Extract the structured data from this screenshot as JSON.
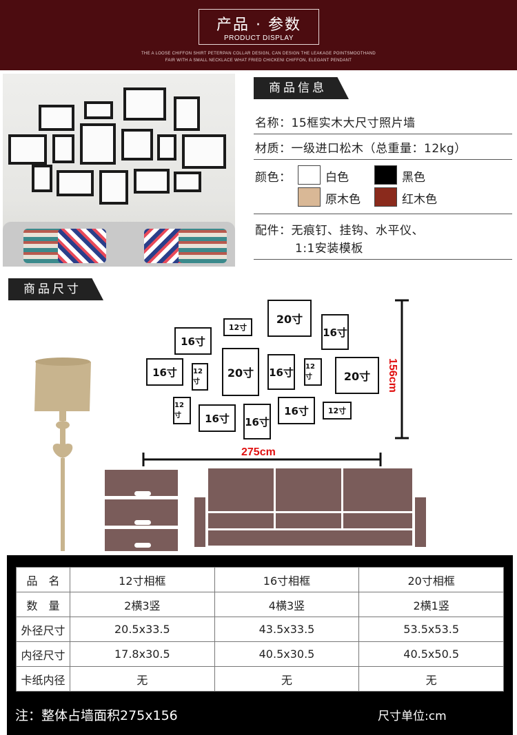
{
  "header": {
    "title": "产品 · 参数",
    "subtitle": "PRODUCT DISPLAY",
    "desc_line1": "THE A LOOSE CHIFFON SHIRT PETERPAN COLLAR DESIGN, CAN DESIGN THE LEAKAGE POINTSMOOTHAND",
    "desc_line2": "FAIR WITH A SMALL NECKLACE WHAT FRIED CHICKENI CHIFFON, ELEGANT PENDANT"
  },
  "info": {
    "tag": "商品信息",
    "name": "名称：15框实木大尺寸照片墙",
    "material": "材质：一级进口松木（总重量：12kg）",
    "color_label": "颜色：",
    "colors": [
      {
        "name": "白色",
        "hex": "#ffffff"
      },
      {
        "name": "黑色",
        "hex": "#000000"
      },
      {
        "name": "原木色",
        "hex": "#d9b896"
      },
      {
        "name": "红木色",
        "hex": "#8a2a1c"
      }
    ],
    "accessories_line1": "配件：无痕钉、挂钩、水平仪、",
    "accessories_line2": "1:1安装模板"
  },
  "size": {
    "tag": "商品尺寸",
    "frame_labels": {
      "f12": "12寸",
      "f16": "16寸",
      "f20": "20寸"
    },
    "height": "156cm",
    "width": "275cm"
  },
  "table": {
    "header": [
      "品　名",
      "12寸相框",
      "16寸相框",
      "20寸相框"
    ],
    "rows": [
      [
        "数　量",
        "2横3竖",
        "4横3竖",
        "2横1竖"
      ],
      [
        "外径尺寸",
        "20.5x33.5",
        "43.5x33.5",
        "53.5x53.5"
      ],
      [
        "内径尺寸",
        "17.8x30.5",
        "40.5x30.5",
        "40.5x50.5"
      ],
      [
        "卡纸内径",
        "无",
        "无",
        "无"
      ]
    ],
    "note_left": "注：整体占墙面积275x156",
    "note_right": "尺寸单位:cm"
  },
  "colors": {
    "banner": "#4c0c10",
    "lamp": "#c8b48e",
    "furniture": "#7a5c5a",
    "red_dim": "#e01010"
  }
}
